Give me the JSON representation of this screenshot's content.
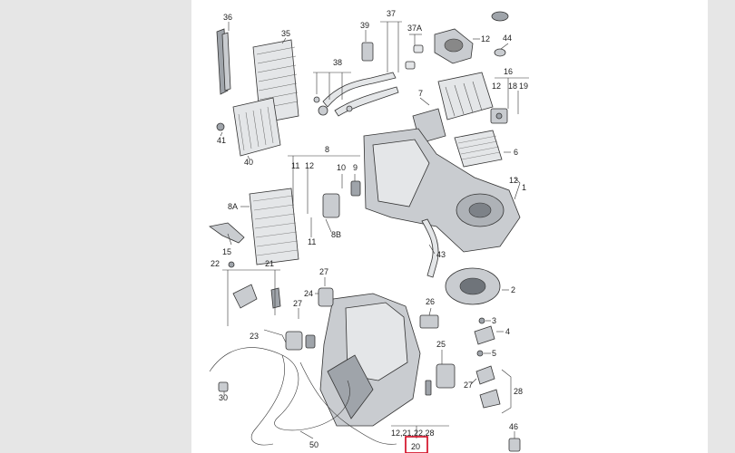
{
  "diagram": {
    "labels": {
      "p36": "36",
      "p35": "35",
      "p39": "39",
      "p37": "37",
      "p37a": "37A",
      "p12top": "12",
      "p44": "44",
      "p16": "16",
      "p12r": "12",
      "p18": "18",
      "p19": "19",
      "p38": "38",
      "p7": "7",
      "p41": "41",
      "p40": "40",
      "p6": "6",
      "p8": "8",
      "p11a": "11",
      "p12m": "12",
      "p10": "10",
      "p9": "9",
      "p12b1": "12",
      "p1": "1",
      "p8a": "8A",
      "p8b": "8B",
      "p11b": "11",
      "p15": "15",
      "p43": "43",
      "p22": "22",
      "p21": "21",
      "p27a": "27",
      "p24": "24",
      "p26": "26",
      "p2": "2",
      "p27b": "27",
      "p3": "3",
      "p23": "23",
      "p4": "4",
      "p25": "25",
      "p5": "5",
      "p27c": "27",
      "p28": "28",
      "p30": "30",
      "p46": "46",
      "p50": "50",
      "p12list": "12,21,22,28",
      "p20": "20"
    }
  }
}
